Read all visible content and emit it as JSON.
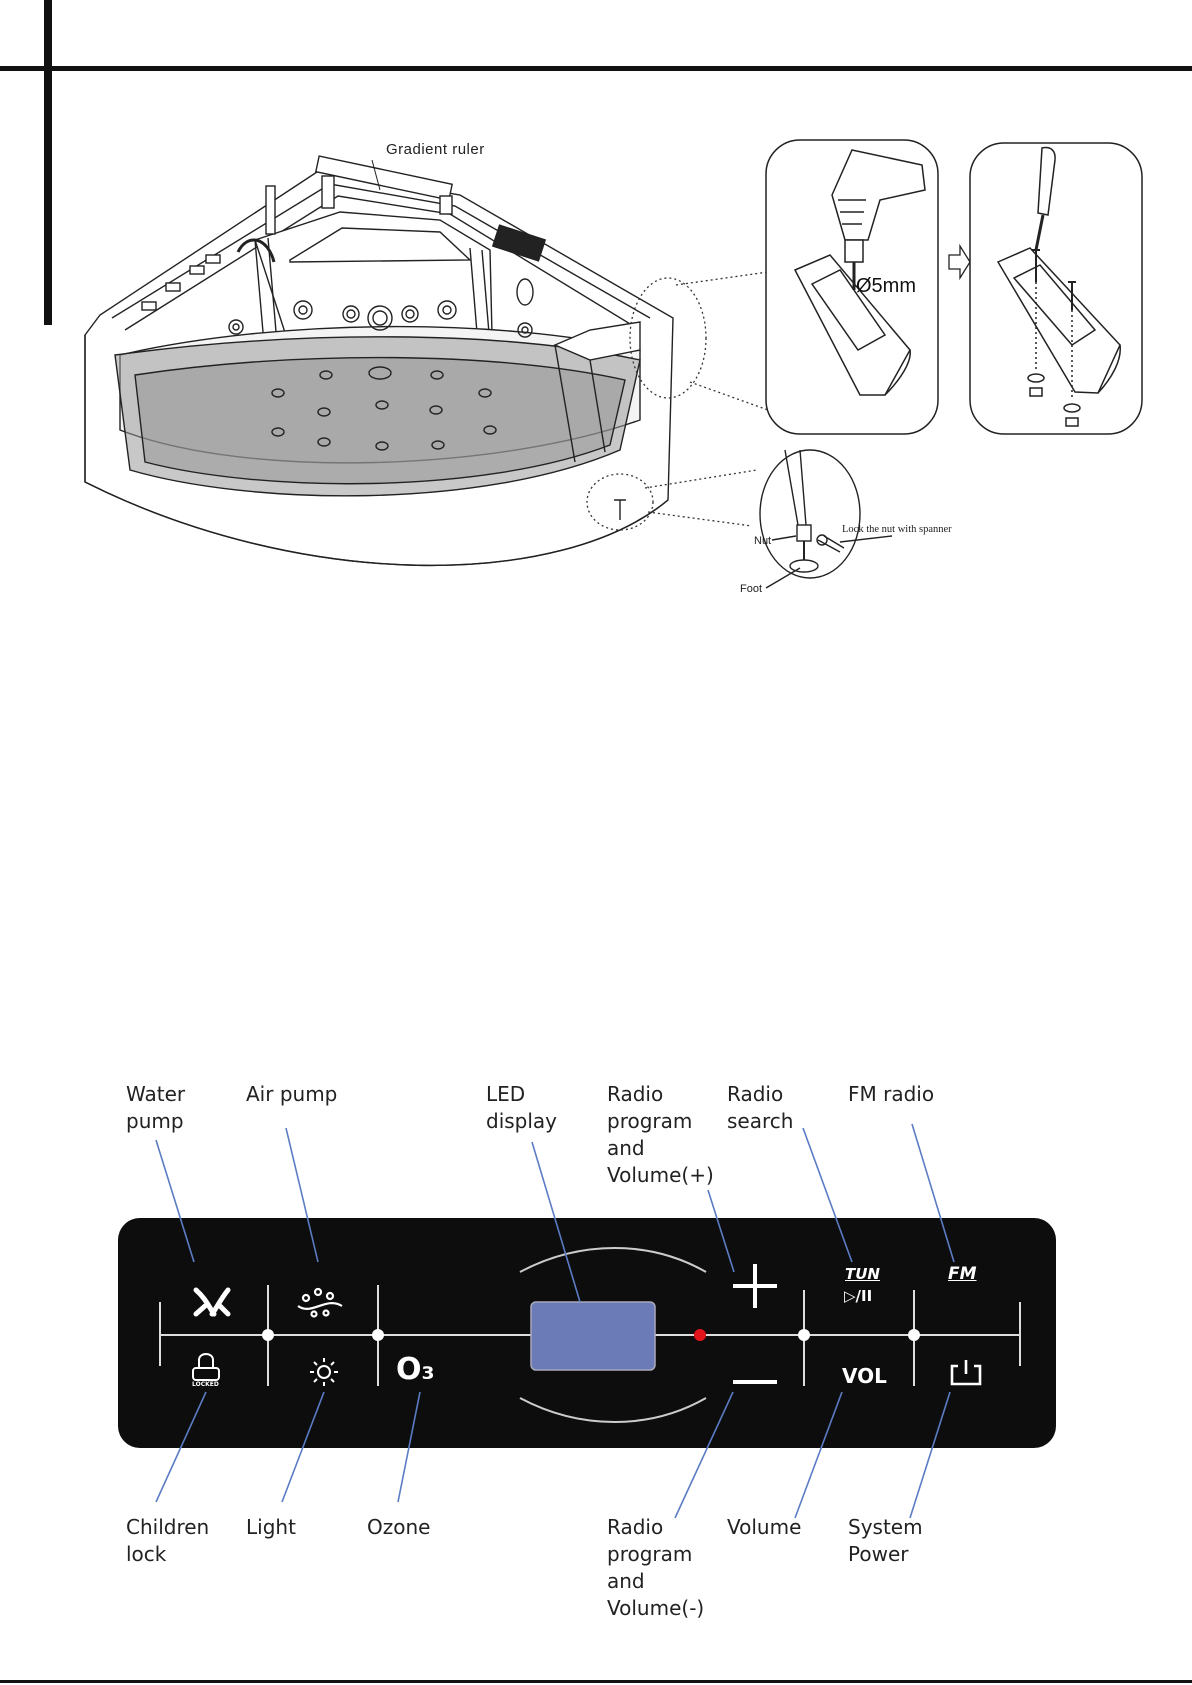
{
  "install": {
    "gradient_ruler": "Gradient ruler",
    "drill_size": "Ø5mm",
    "nut": "Nut",
    "lock_nut": "Lock the nut with spanner",
    "foot": "Foot"
  },
  "panel": {
    "labels": {
      "water_pump": "Water\npump",
      "air_pump": "Air pump",
      "led_display": "LED\ndisplay",
      "radio_plus": "Radio\nprogram\nand\nVolume(+)",
      "radio_search": "Radio\nsearch",
      "fm_radio": "FM radio",
      "children_lock": "Children\nlock",
      "light": "Light",
      "ozone": "Ozone",
      "radio_minus": "Radio\nprogram\nand\nVolume(-)",
      "volume": "Volume",
      "system_power": "System\nPower"
    },
    "keys": {
      "ozone": "O₃",
      "tun": "TUN",
      "play_pause": "▷/II",
      "fm": "FM",
      "vol": "VOL",
      "locked": "LOCKED"
    },
    "colors": {
      "panel_bg": "#0d0d0d",
      "display": "#6a7bb8",
      "indicator": "#e0141a",
      "leader": "#5b7cc4"
    }
  }
}
